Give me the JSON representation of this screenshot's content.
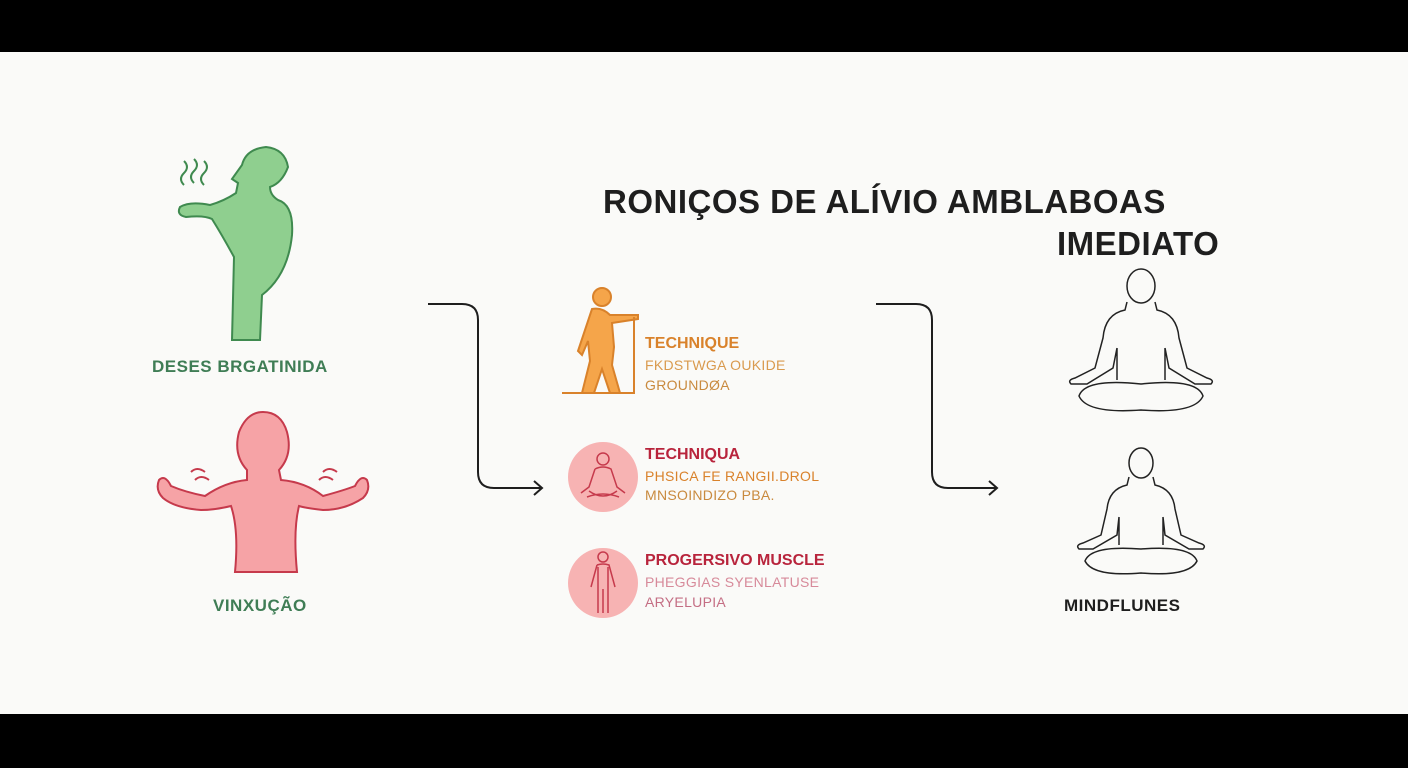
{
  "title": {
    "line1": "RONIÇOS DE ALÍVIO AMBLABOAS",
    "line2": "IMEDIATO"
  },
  "left": [
    {
      "label": "DESES BRGATINIDA",
      "icon": "breathing-person-icon"
    },
    {
      "label": "VINXUÇÃO",
      "icon": "relaxed-torso-icon"
    }
  ],
  "techniques": [
    {
      "heading": "TECHNIQUE",
      "line1": "FKDSTWGA OUKIDE",
      "line2": "GROUNDØA",
      "icon": "walking-person-icon"
    },
    {
      "heading": "TECHNIQUA",
      "line1": "PHSICA FE RANGII.DROL",
      "line2": "MNSOINDIZO PBA.",
      "icon": "meditation-icon"
    },
    {
      "heading": "PROGERSIVO MUSCLE",
      "line1": "PHEGGIAS SYENLATUSE",
      "line2": "ARYELUPIA",
      "icon": "standing-body-icon"
    }
  ],
  "right": {
    "label": "MINDFLUNES"
  },
  "colors": {
    "green": "#3f7d55",
    "orange": "#d9822b",
    "red": "#b8243c",
    "pink": "#f4a9ad",
    "ink": "#1e1e1e"
  }
}
